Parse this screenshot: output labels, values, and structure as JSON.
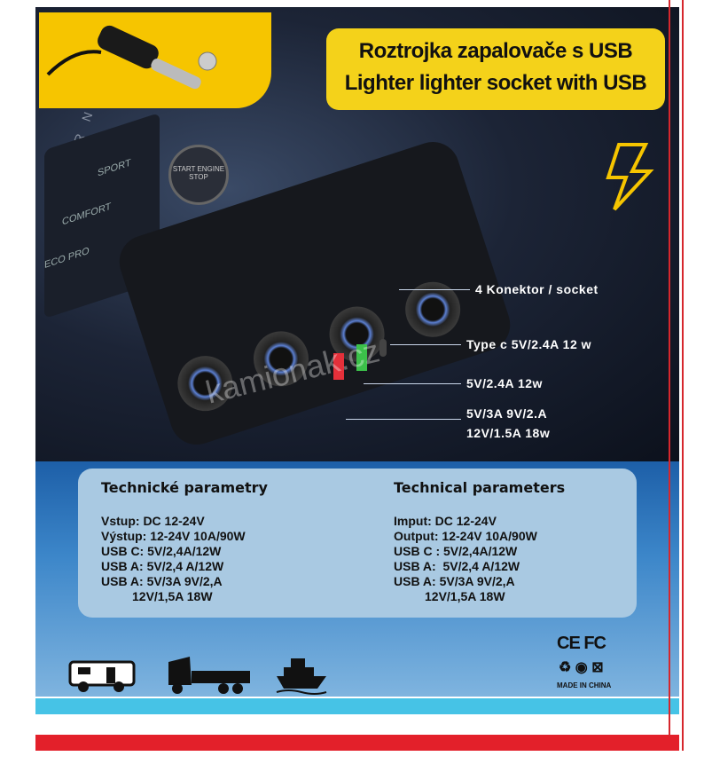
{
  "title": {
    "line1": "Roztrojka zapalovače s USB",
    "line2": "Lighter lighter socket with USB"
  },
  "callouts": [
    "4 Konektor / socket",
    "Type c 5V/2.4A 12 w",
    "5V/2.4A   12w",
    "5V/3A  9V/2.A",
    "12V/1.5A 18w"
  ],
  "console_labels": [
    "START ENGINE STOP",
    "SPORT",
    "COMFORT",
    "ECO PRO",
    "R N D"
  ],
  "watermark": "kamionak.cz",
  "specs": {
    "cz": {
      "heading": "Technické parametry",
      "lines": [
        "Vstup: DC 12-24V",
        "Výstup: 12-24V 10A/90W",
        "USB C: 5V/2,4A/12W",
        "USB A: 5V/2,4 A/12W",
        "USB A: 5V/3A 9V/2,A",
        "         12V/1,5A 18W"
      ]
    },
    "en": {
      "heading": "Technical parameters",
      "lines": [
        "Imput: DC 12-24V",
        "Output: 12-24V 10A/90W",
        "USB C : 5V/2,4A/12W",
        "USB A:  5V/2,4 A/12W",
        "USB A: 5V/3A 9V/2,A",
        "         12V/1,5A 18W"
      ]
    }
  },
  "certifications": {
    "marks": "CE FC",
    "origin": "MADE IN CHINA"
  },
  "vehicle_icons": [
    "camper-icon",
    "truck-icon",
    "boat-icon"
  ],
  "colors": {
    "title_bg": "#f4d21a",
    "accent_red": "#e3202a",
    "stripe": "#46c3e6",
    "panel": "#a9c9e2"
  }
}
